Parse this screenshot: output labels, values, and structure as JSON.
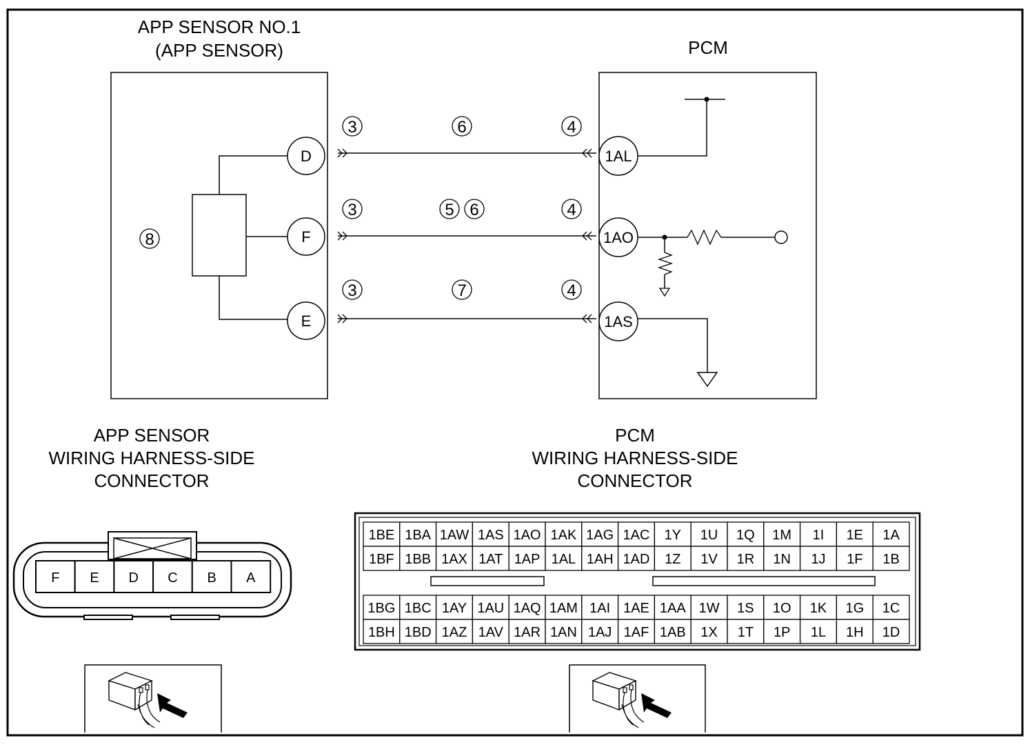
{
  "titles": {
    "app_sensor_line1": "APP SENSOR NO.1",
    "app_sensor_line2": "(APP SENSOR)",
    "pcm": "PCM",
    "app_connector": [
      "APP SENSOR",
      "WIRING HARNESS-SIDE",
      "CONNECTOR"
    ],
    "pcm_connector": [
      "PCM",
      "WIRING HARNESS-SIDE",
      "CONNECTOR"
    ]
  },
  "sensor_pins": [
    "D",
    "F",
    "E"
  ],
  "pcm_pins": [
    "1AL",
    "1AO",
    "1AS"
  ],
  "markers": {
    "sensor_side": [
      "3",
      "3",
      "3"
    ],
    "wire": [
      [
        "6"
      ],
      [
        "5",
        "6"
      ],
      [
        "7"
      ]
    ],
    "pcm_side": [
      "4",
      "4",
      "4"
    ],
    "body": "8"
  },
  "app_plug_pins": [
    "F",
    "E",
    "D",
    "C",
    "B",
    "A"
  ],
  "pcm_grid_top": [
    [
      "1BE",
      "1BA",
      "1AW",
      "1AS",
      "1AO",
      "1AK",
      "1AG",
      "1AC",
      "1Y",
      "1U",
      "1Q",
      "1M",
      "1I",
      "1E",
      "1A"
    ],
    [
      "1BF",
      "1BB",
      "1AX",
      "1AT",
      "1AP",
      "1AL",
      "1AH",
      "1AD",
      "1Z",
      "1V",
      "1R",
      "1N",
      "1J",
      "1F",
      "1B"
    ]
  ],
  "pcm_grid_bottom": [
    [
      "1BG",
      "1BC",
      "1AY",
      "1AU",
      "1AQ",
      "1AM",
      "1AI",
      "1AE",
      "1AA",
      "1W",
      "1S",
      "1O",
      "1K",
      "1G",
      "1C"
    ],
    [
      "1BH",
      "1BD",
      "1AZ",
      "1AV",
      "1AR",
      "1AN",
      "1AJ",
      "1AF",
      "1AB",
      "1X",
      "1T",
      "1P",
      "1L",
      "1H",
      "1D"
    ]
  ]
}
